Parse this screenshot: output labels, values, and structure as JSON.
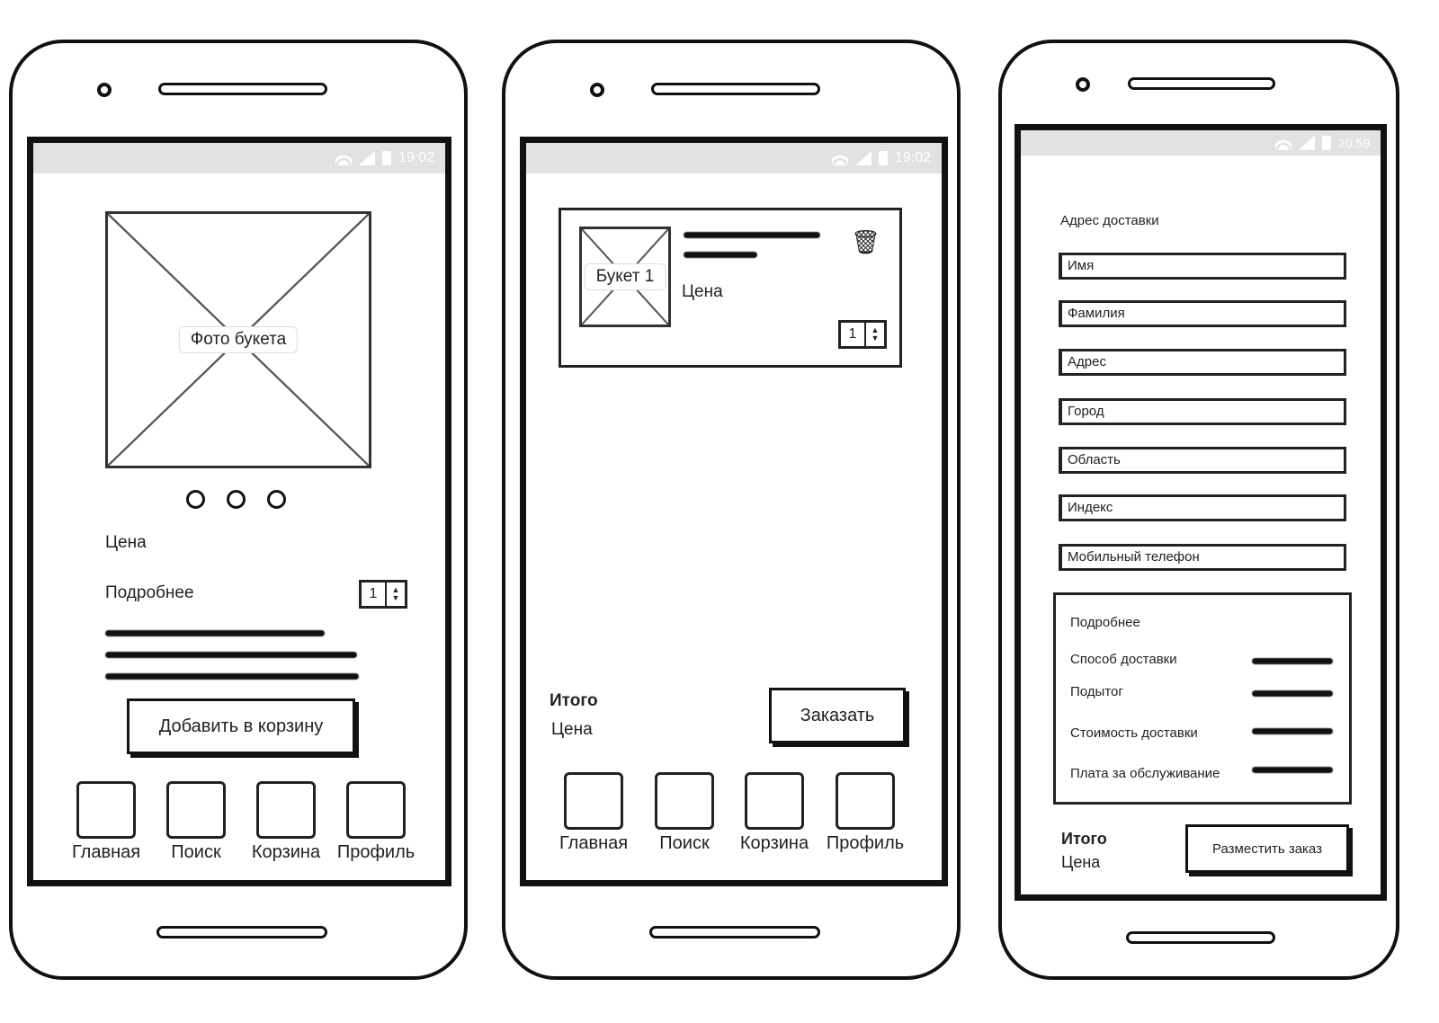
{
  "status_bar": {
    "time_1": "19:02",
    "time_2": "19:02",
    "time_3": "20:59"
  },
  "product_screen": {
    "photo_label": "Фото букета",
    "price_label": "Цена",
    "details_label": "Подробнее",
    "quantity": "1",
    "carousel_pages": 3,
    "add_to_cart_label": "Добавить в корзину"
  },
  "cart_screen": {
    "item_image_label": "Букет 1",
    "item_price_label": "Цена",
    "quantity": "1",
    "total_label": "Итого",
    "total_price_label": "Цена",
    "order_button_label": "Заказать"
  },
  "checkout_screen": {
    "section_title": "Адрес доставки",
    "fields": [
      {
        "placeholder": "Имя"
      },
      {
        "placeholder": "Фамилия"
      },
      {
        "placeholder": "Адрес"
      },
      {
        "placeholder": "Город"
      },
      {
        "placeholder": "Область"
      },
      {
        "placeholder": "Индекс"
      },
      {
        "placeholder": "Мобильный телефон"
      }
    ],
    "summary": {
      "title": "Подробнее",
      "rows": [
        {
          "label": "Способ доставки"
        },
        {
          "label": "Подытог"
        },
        {
          "label": "Стоимость доставки"
        },
        {
          "label": "Плата за обслуживание"
        }
      ]
    },
    "total_label": "Итого",
    "total_price_label": "Цена",
    "place_order_label": "Разместить заказ"
  },
  "bottom_nav": [
    "Главная",
    "Поиск",
    "Корзина",
    "Профиль"
  ]
}
